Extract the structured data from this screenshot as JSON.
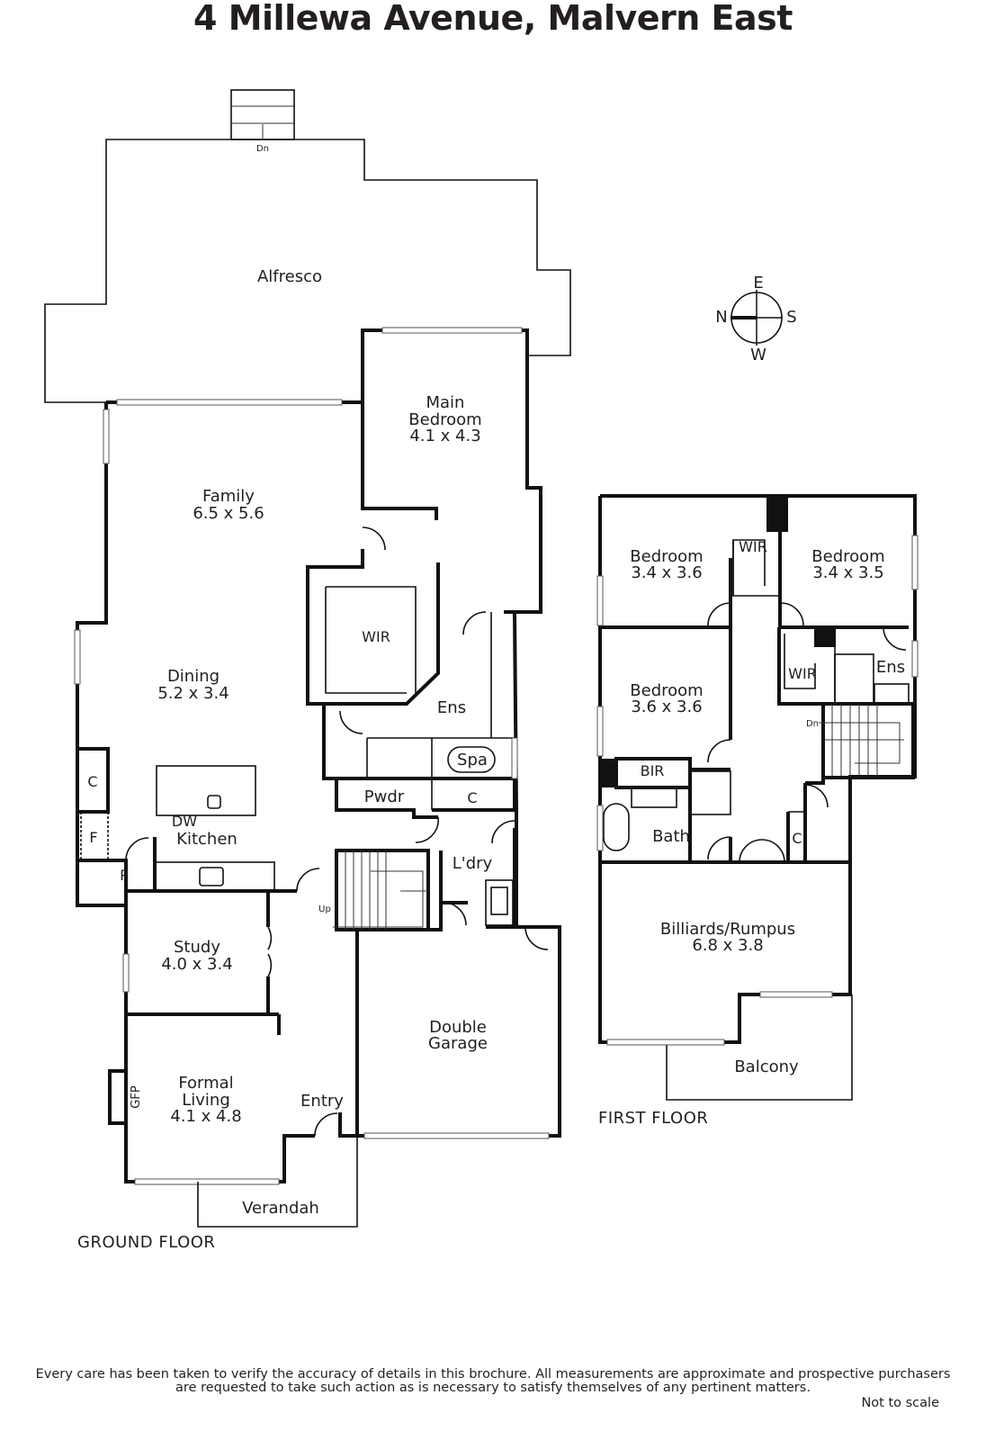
{
  "title": "4 Millewa Avenue, Malvern East",
  "compass": {
    "n": "N",
    "e": "E",
    "s": "S",
    "w": "W"
  },
  "ground_floor": {
    "label": "GROUND FLOOR",
    "rooms": {
      "alfresco": "Alfresco",
      "main_bedroom_1": "Main",
      "main_bedroom_2": "Bedroom",
      "main_bedroom_dim": "4.1 x 4.3",
      "family": "Family",
      "family_dim": "6.5 x 5.6",
      "wir": "WIR",
      "dining": "Dining",
      "dining_dim": "5.2 x 3.4",
      "ens": "Ens",
      "spa": "Spa",
      "c1": "C",
      "pwdr": "Pwdr",
      "c2": "C",
      "dw": "DW",
      "kitchen": "Kitchen",
      "f": "F",
      "p": "P",
      "ldry": "L'dry",
      "study": "Study",
      "study_dim": "4.0 x 3.4",
      "double_garage_1": "Double",
      "double_garage_2": "Garage",
      "formal_living_1": "Formal",
      "formal_living_2": "Living",
      "formal_living_dim": "4.1 x 4.8",
      "gfp": "GFP",
      "entry": "Entry",
      "verandah": "Verandah"
    },
    "stairs_up": "Up",
    "stairs_dn": "Dn"
  },
  "first_floor": {
    "label": "FIRST FLOOR",
    "rooms": {
      "bedroom1": "Bedroom",
      "bedroom1_dim": "3.4 x 3.6",
      "wir1": "WIR",
      "bedroom2": "Bedroom",
      "bedroom2_dim": "3.4 x 3.5",
      "wir2": "WIR",
      "ens": "Ens",
      "bedroom3": "Bedroom",
      "bedroom3_dim": "3.6 x 3.6",
      "bir": "BIR",
      "bath": "Bath",
      "c": "C",
      "rumpus": "Billiards/Rumpus",
      "rumpus_dim": "6.8 x 3.8",
      "balcony": "Balcony"
    },
    "stairs_dn": "Dn"
  },
  "disclaimer_1": "Every care has been taken to verify the accuracy of details in this brochure.  All measurements are approximate and prospective purchasers",
  "disclaimer_2": "are requested to take such action as is necessary to satisfy themselves of any pertinent matters.",
  "not_to_scale": "Not to scale"
}
